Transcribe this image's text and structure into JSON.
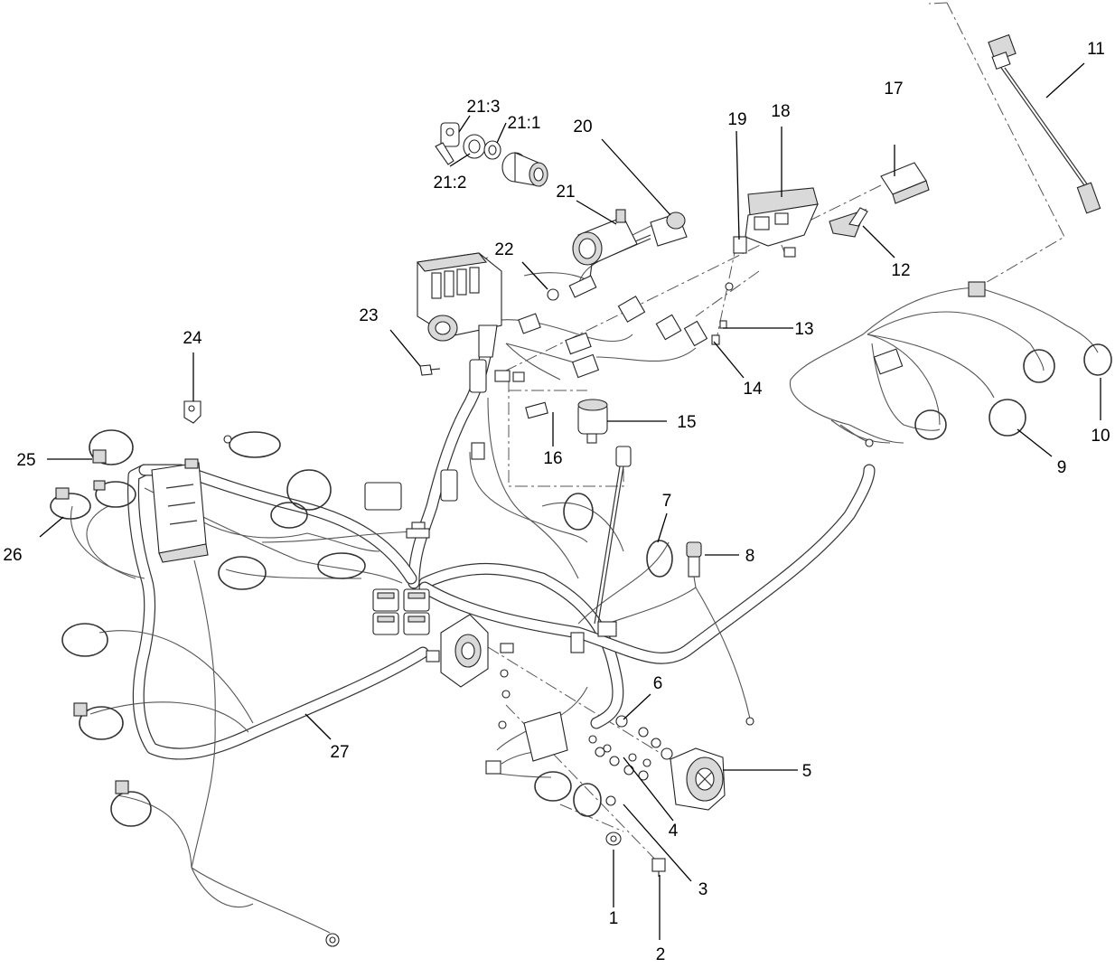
{
  "callouts": [
    {
      "id": "c1",
      "label": "1"
    },
    {
      "id": "c2",
      "label": "2"
    },
    {
      "id": "c3",
      "label": "3"
    },
    {
      "id": "c4",
      "label": "4"
    },
    {
      "id": "c5",
      "label": "5"
    },
    {
      "id": "c6",
      "label": "6"
    },
    {
      "id": "c7",
      "label": "7"
    },
    {
      "id": "c8",
      "label": "8"
    },
    {
      "id": "c9",
      "label": "9"
    },
    {
      "id": "c10",
      "label": "10"
    },
    {
      "id": "c11",
      "label": "11"
    },
    {
      "id": "c12",
      "label": "12"
    },
    {
      "id": "c13",
      "label": "13"
    },
    {
      "id": "c14",
      "label": "14"
    },
    {
      "id": "c15",
      "label": "15"
    },
    {
      "id": "c16",
      "label": "16"
    },
    {
      "id": "c17",
      "label": "17"
    },
    {
      "id": "c18",
      "label": "18"
    },
    {
      "id": "c19",
      "label": "19"
    },
    {
      "id": "c20",
      "label": "20"
    },
    {
      "id": "c21",
      "label": "21"
    },
    {
      "id": "c22",
      "label": "22"
    },
    {
      "id": "c23",
      "label": "23"
    },
    {
      "id": "c24",
      "label": "24"
    },
    {
      "id": "c25",
      "label": "25"
    },
    {
      "id": "c26",
      "label": "26"
    },
    {
      "id": "c27",
      "label": "27"
    },
    {
      "id": "c21_1",
      "label": "21:1"
    },
    {
      "id": "c21_2",
      "label": "21:2"
    },
    {
      "id": "c21_3",
      "label": "21:3"
    }
  ]
}
